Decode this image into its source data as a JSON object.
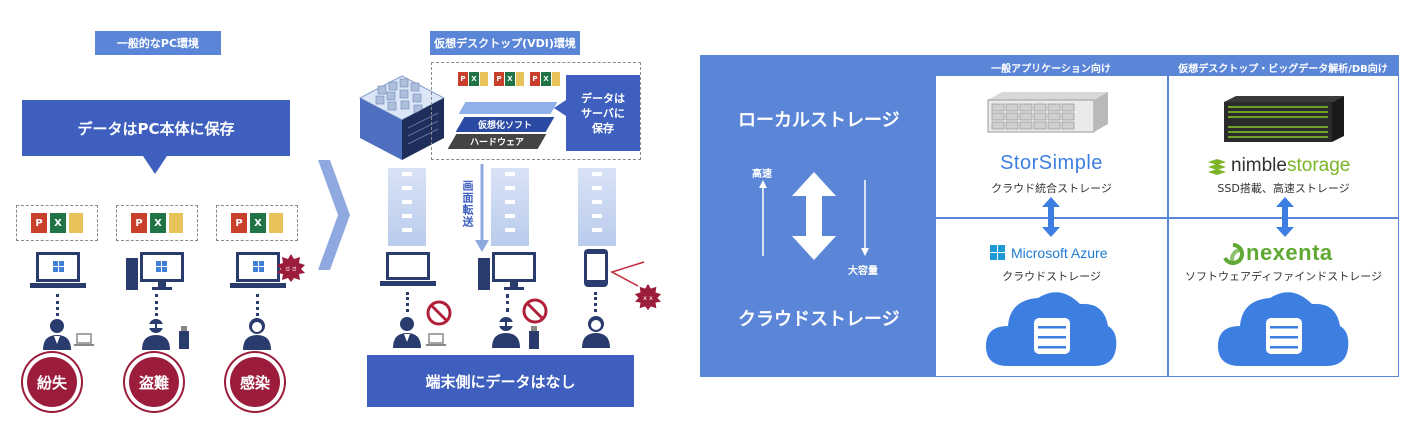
{
  "left": {
    "header_general": "一般的なPC環境",
    "bubble_text": "データはPC本体に保存",
    "badges": [
      "紛失",
      "盗難",
      "感染"
    ]
  },
  "middle": {
    "header_vdi": "仮想デスクトップ(VDI)環境",
    "server_label": "データは\nサーバに\n保存",
    "layer_virtual": "仮想化ソフト",
    "layer_hardware": "ハードウェア",
    "screen_transfer": "画面転送",
    "bottom_bar": "端末側にデータはなし"
  },
  "right": {
    "local_storage": "ローカルストレージ",
    "cloud_storage": "クラウドストレージ",
    "speed_fast": "高速",
    "capacity_large": "大容量",
    "col1_header": "一般アプリケーション向け",
    "col2_header": "仮想デスクトップ・ビッグデータ解析/DB向け",
    "storsimple_name": "StorSimple",
    "storsimple_desc": "クラウド統合ストレージ",
    "nimble_name_a": "nimble",
    "nimble_name_b": "storage",
    "nimble_desc": "SSD搭載、高速ストレージ",
    "azure_name": "Microsoft Azure",
    "azure_desc": "クラウドストレージ",
    "nexenta_name": "nexenta",
    "nexenta_desc": "ソフトウェアディファインドストレージ"
  },
  "colors": {
    "dark_blue": "#3f5fbf",
    "mid_blue": "#5b86d8",
    "cloud_blue": "#3c7fe0",
    "badge_red": "#9c1c3c",
    "nimble_green": "#7bb527",
    "nexenta_green": "#5fa832"
  }
}
